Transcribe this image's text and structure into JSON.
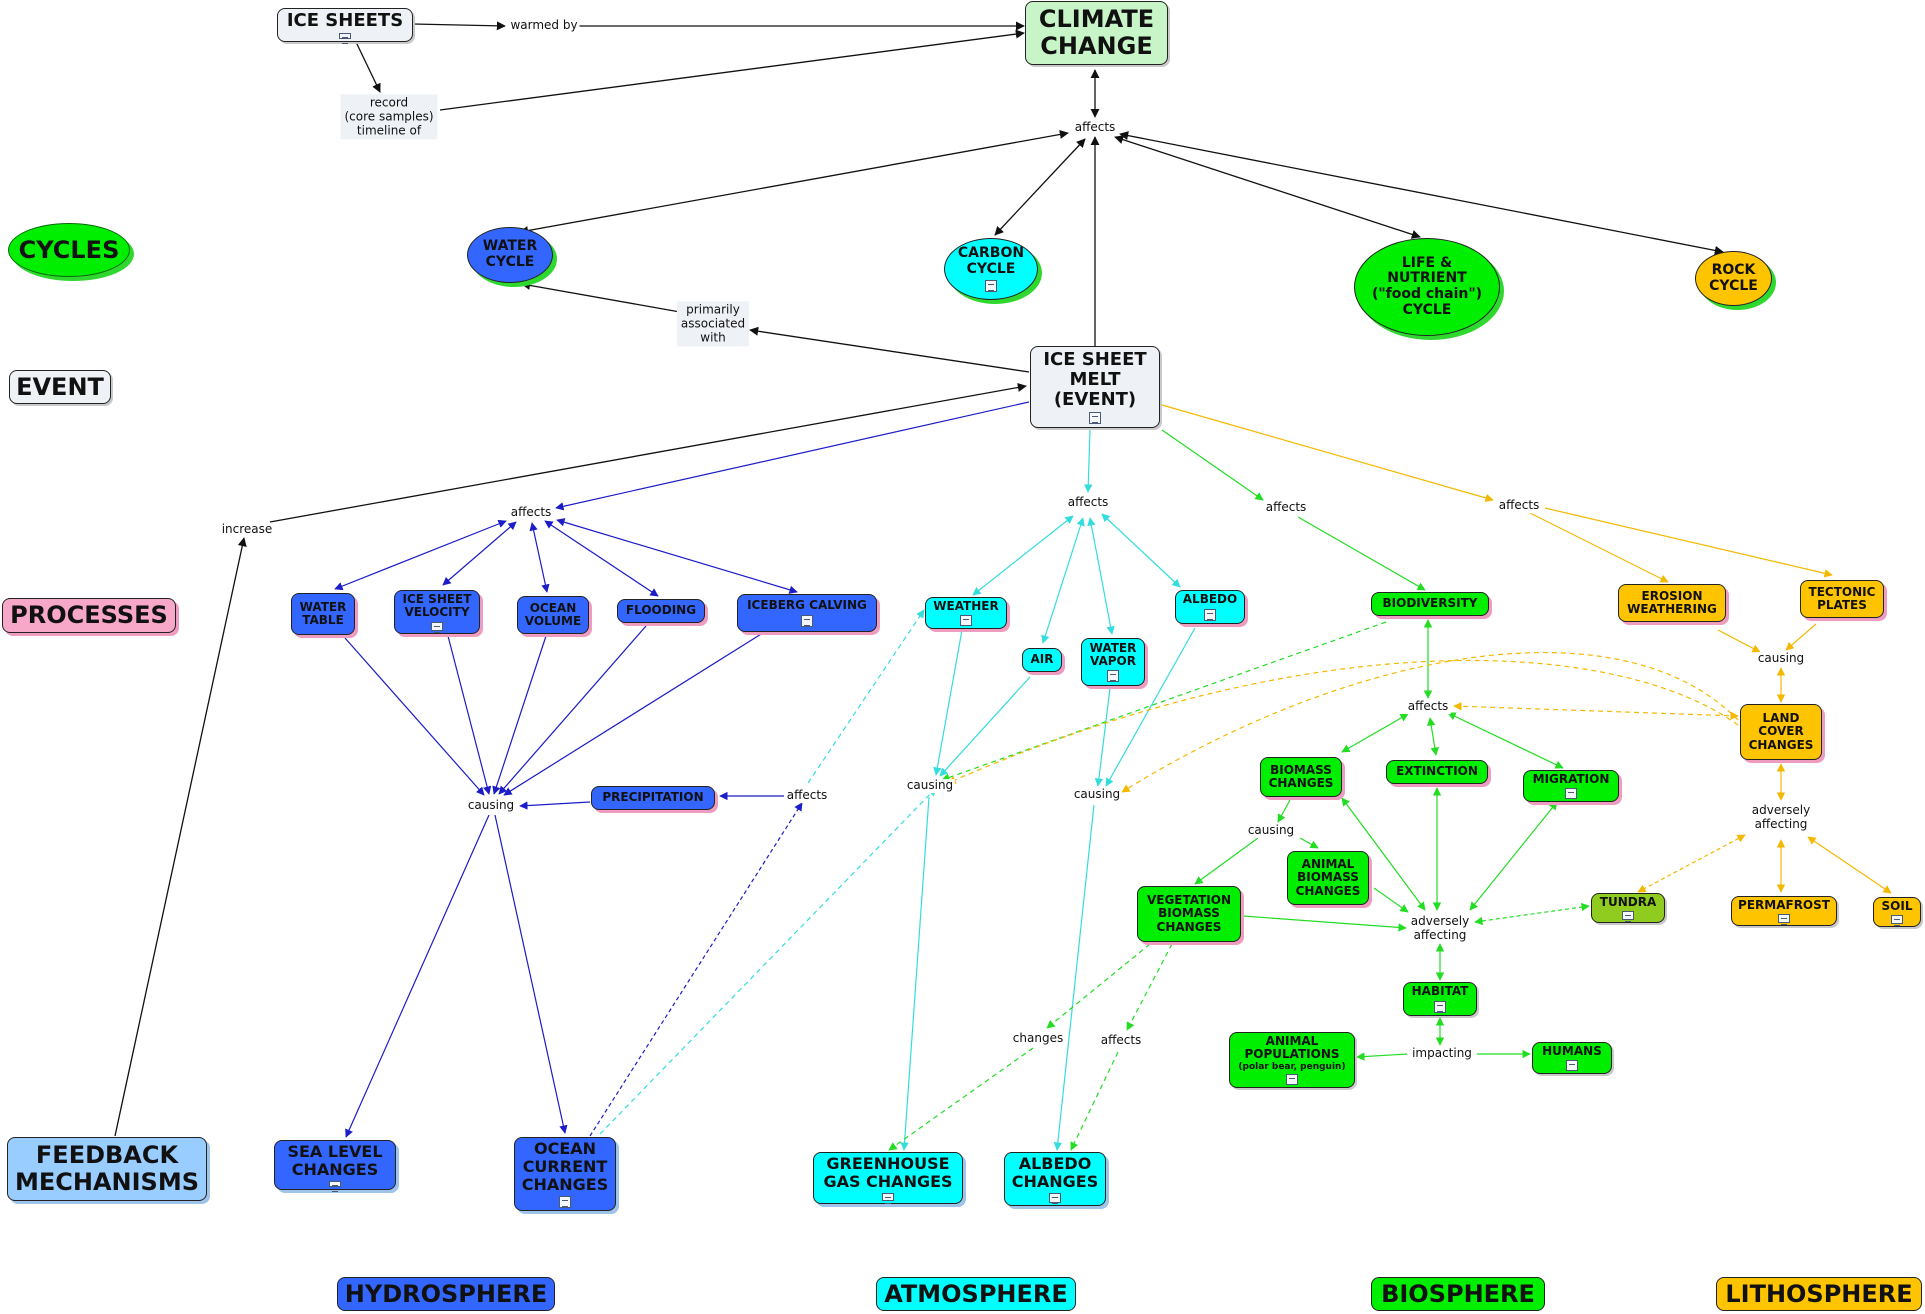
{
  "colors": {
    "hydrosphere": "#3366ff",
    "atmosphere": "#00ffff",
    "biosphere": "#00ee00",
    "lithosphere": "#ffc400",
    "event": "#eef1f5",
    "climate": "#c8f5c8",
    "processes": "#f7a8c9",
    "feedback": "#99ccff",
    "tundra": "#8fcc1f"
  },
  "legend": {
    "cycles": "CYCLES",
    "event": "EVENT",
    "processes": "PROCESSES",
    "feedback": "FEEDBACK\nMECHANISMS"
  },
  "spheres": {
    "hydrosphere": "HYDROSPHERE",
    "atmosphere": "ATMOSPHERE",
    "biosphere": "BIOSPHERE",
    "lithosphere": "LITHOSPHERE"
  },
  "concepts": {
    "climate_change": "CLIMATE\nCHANGE",
    "ice_sheets": "ICE SHEETS",
    "water_cycle": "WATER\nCYCLE",
    "carbon_cycle": "CARBON\nCYCLE",
    "life_cycle": "LIFE &\nNUTRIENT\n(\"food chain\")\nCYCLE",
    "rock_cycle": "ROCK\nCYCLE",
    "ice_sheet_melt": "ICE SHEET\nMELT\n(EVENT)",
    "water_table": "WATER\nTABLE",
    "ice_sheet_velocity": "ICE SHEET\nVELOCITY",
    "ocean_volume": "OCEAN\nVOLUME",
    "flooding": "FLOODING",
    "iceberg_calving": "ICEBERG CALVING",
    "precipitation": "PRECIPITATION",
    "sea_level_changes": "SEA LEVEL\nCHANGES",
    "ocean_current_changes": "OCEAN\nCURRENT\nCHANGES",
    "weather": "WEATHER",
    "air": "AIR",
    "water_vapor": "WATER\nVAPOR",
    "albedo": "ALBEDO",
    "greenhouse_gas_changes": "GREENHOUSE\nGAS CHANGES",
    "albedo_changes": "ALBEDO\nCHANGES",
    "biodiversity": "BIODIVERSITY",
    "biomass_changes": "BIOMASS\nCHANGES",
    "extinction": "EXTINCTION",
    "migration": "MIGRATION",
    "animal_biomass_changes": "ANIMAL\nBIOMASS\nCHANGES",
    "vegetation_biomass_changes": "VEGETATION\nBIOMASS\nCHANGES",
    "habitat": "HABITAT",
    "animal_populations": "ANIMAL\nPOPULATIONS",
    "animal_populations_sub": "(polar bear, penguin)",
    "humans": "HUMANS",
    "tundra": "TUNDRA",
    "erosion_weathering": "EROSION\nWEATHERING",
    "tectonic_plates": "TECTONIC\nPLATES",
    "land_cover_changes": "LAND\nCOVER\nCHANGES",
    "permafrost": "PERMAFROST",
    "soil": "SOIL"
  },
  "linking_phrases": {
    "warmed_by": "warmed by",
    "record": "record\n(core samples)\ntimeline of",
    "affects": "affects",
    "primarily_associated_with": "primarily\nassociated\nwith",
    "increase": "increase",
    "causing": "causing",
    "adversely_affecting": "adversely\naffecting",
    "changes": "changes",
    "impacting": "impacting"
  }
}
